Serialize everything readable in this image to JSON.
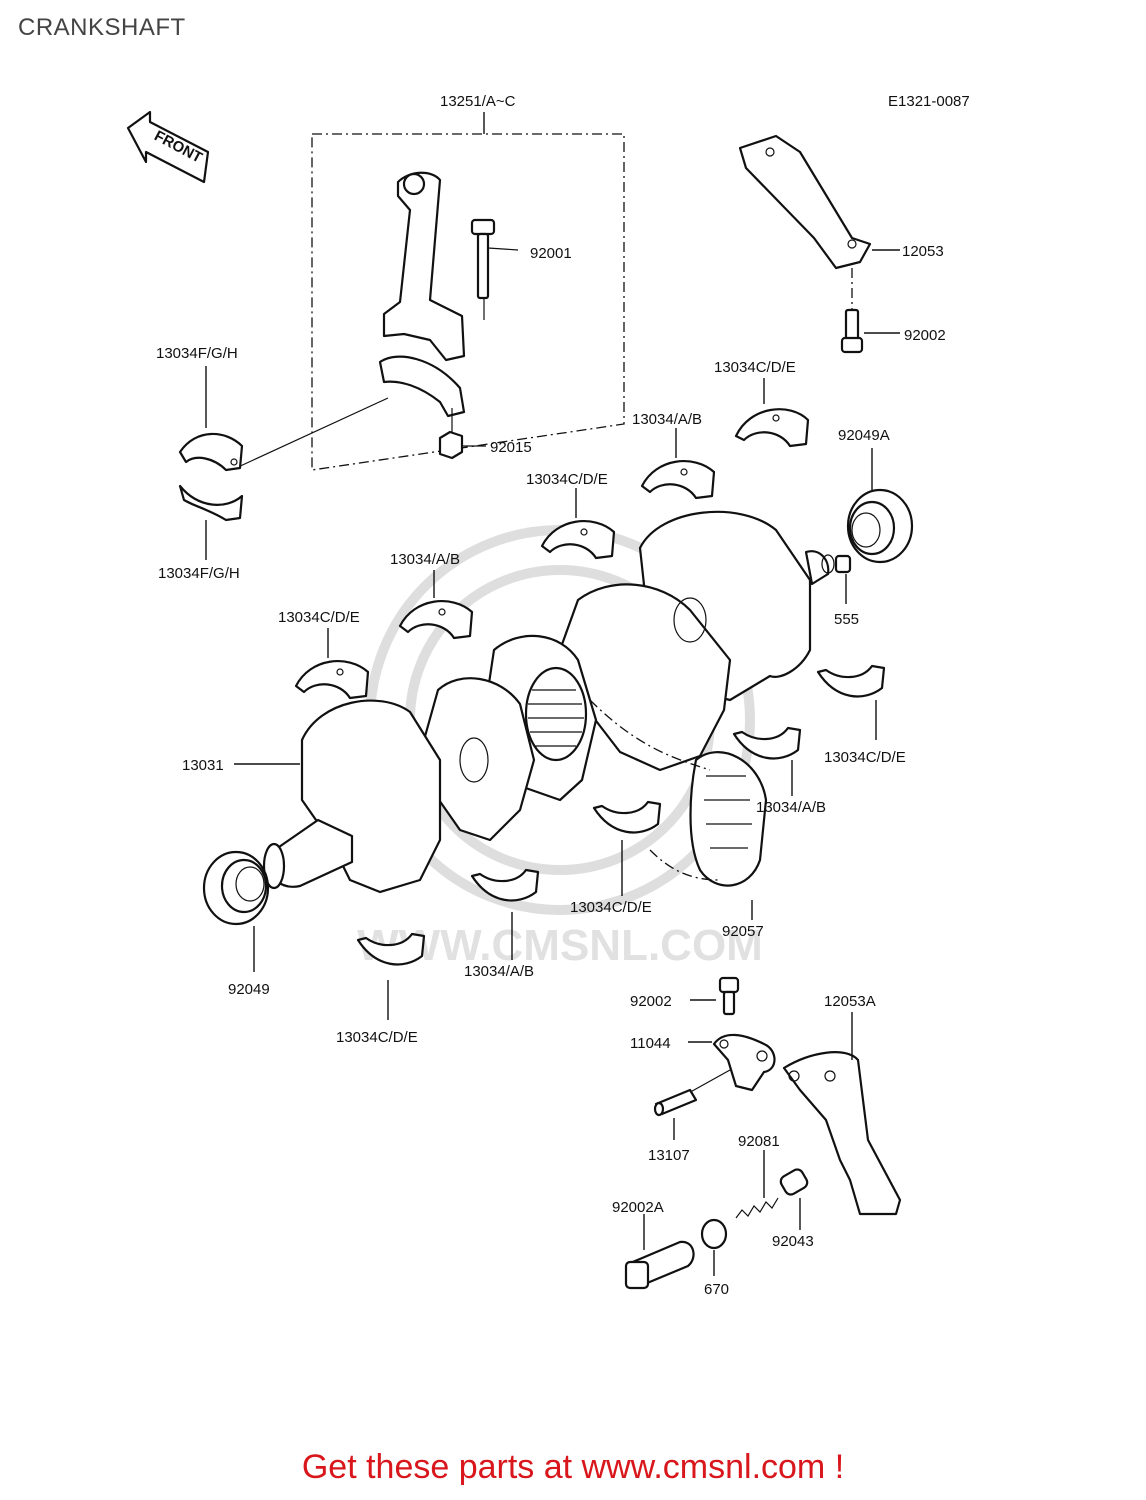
{
  "page": {
    "title": "CRANKSHAFT",
    "cta": "Get these parts at www.cmsnl.com !",
    "cta_color": "#d8161b"
  },
  "diagram": {
    "ref_code": "E1321-0087",
    "front_label": "FRONT",
    "watermark": "WWW.CMSNL.COM",
    "parts": {
      "p13251": "13251/A~C",
      "p92001": "92001",
      "p12053": "12053",
      "p92002_top": "92002",
      "p13034fgh_top": "13034F/G/H",
      "p13034cde_1": "13034C/D/E",
      "p13034ab_1": "13034/A/B",
      "p92049a": "92049A",
      "p92015": "92015",
      "p13034cde_2": "13034C/D/E",
      "p13034fgh_bottom": "13034F/G/H",
      "p13034ab_2": "13034/A/B",
      "p555": "555",
      "p13034cde_3": "13034C/D/E",
      "p13034cde_4": "13034C/D/E",
      "p13031": "13031",
      "p13034ab_3": "13034/A/B",
      "p13034cde_5": "13034C/D/E",
      "p92057": "92057",
      "p13034ab_4": "13034/A/B",
      "p92049": "92049",
      "p92002_bottom": "92002",
      "p12053a": "12053A",
      "p13034cde_6": "13034C/D/E",
      "p11044": "11044",
      "p13107": "13107",
      "p92081": "92081",
      "p92002a": "92002A",
      "p92043": "92043",
      "p670": "670"
    }
  }
}
